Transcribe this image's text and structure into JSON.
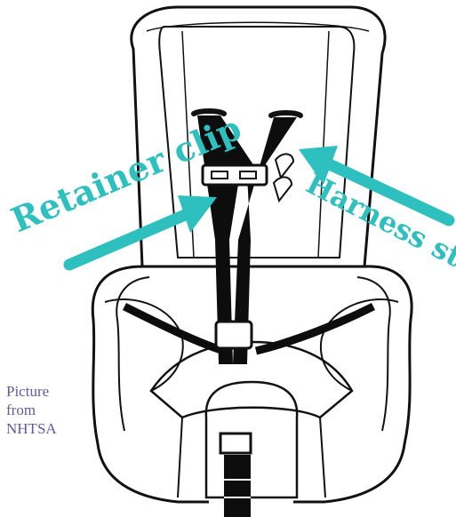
{
  "labels": {
    "retainer_clip": "Retainer clip",
    "harness_straps": "Harness straps"
  },
  "credit": {
    "line1": "Picture",
    "line2": "from",
    "line3": "NHTSA"
  },
  "colors": {
    "annotation": "#2ebfbf",
    "outline": "#111111",
    "strap": "#0d0d0d",
    "credit_text": "#5e5aa0"
  }
}
